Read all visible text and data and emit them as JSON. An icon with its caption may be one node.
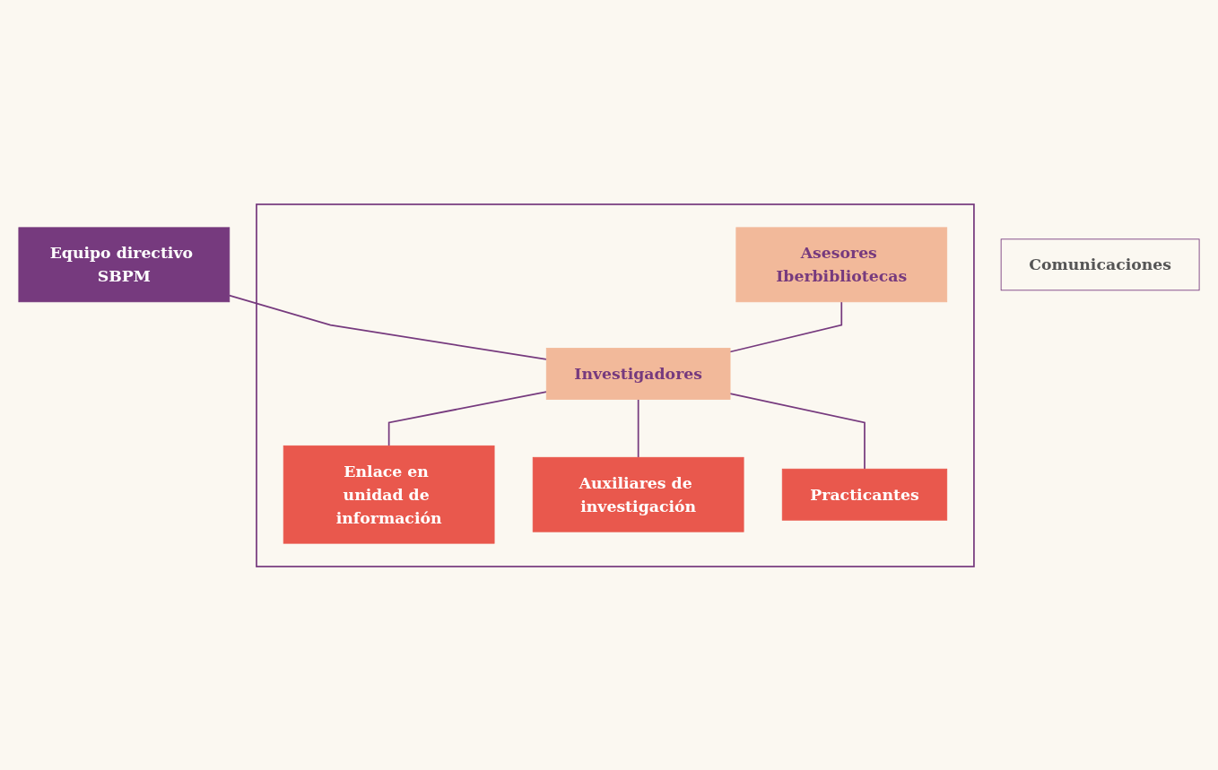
{
  "diagram": {
    "nodes": [
      {
        "text": [
          "Equipo directivo SBPM"
        ]
      },
      {
        "text": [],
        "shape": "box"
      },
      {
        "text": [
          "Asesores Iberbibliotecas"
        ],
        "in": 1
      },
      {
        "text": [
          "Investigadores"
        ],
        "in": 1
      },
      {
        "text": [
          "Enlace en unidad de información"
        ],
        "in": 1
      },
      {
        "text": [
          "Auxiliares de investigación"
        ],
        "in": 1
      },
      {
        "text": [
          "Practicantes"
        ],
        "in": 1
      },
      {
        "text": [
          "Comunicaciones"
        ]
      }
    ],
    "edges": [
      {
        "from": 0,
        "to": 3,
        "arrow": "none"
      },
      {
        "from": 2,
        "to": 3,
        "arrow": "none"
      },
      {
        "from": 3,
        "to": 4,
        "arrow": "none"
      },
      {
        "from": 3,
        "to": 5,
        "arrow": "none"
      },
      {
        "from": 3,
        "to": 6,
        "arrow": "none"
      }
    ]
  }
}
